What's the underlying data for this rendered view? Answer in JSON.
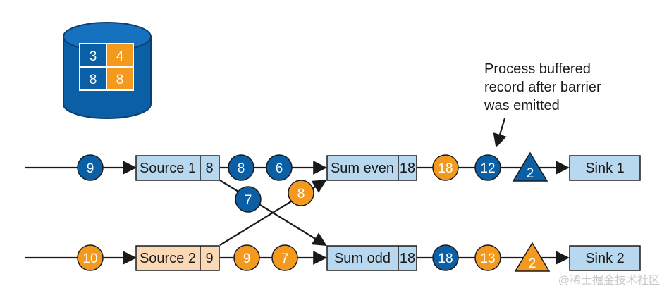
{
  "colors": {
    "blue": "#0b5fa5",
    "orange": "#f39a1e",
    "box_blue": "#b8d8ef",
    "box_peach": "#fbd9b6",
    "line": "#1a1a1a"
  },
  "state_store": {
    "icon": "database-icon",
    "cells": [
      {
        "value": "3",
        "color": "blue"
      },
      {
        "value": "4",
        "color": "orange"
      },
      {
        "value": "8",
        "color": "blue"
      },
      {
        "value": "8",
        "color": "orange"
      }
    ]
  },
  "operators": {
    "source1": {
      "label": "Source 1",
      "state": "8"
    },
    "source2": {
      "label": "Source 2",
      "state": "9"
    },
    "sum_even": {
      "label": "Sum even",
      "state": "18"
    },
    "sum_odd": {
      "label": "Sum odd",
      "state": "18"
    },
    "sink1": {
      "label": "Sink 1"
    },
    "sink2": {
      "label": "Sink 2"
    }
  },
  "records": {
    "in1": "9",
    "s1_a": "8",
    "s1_b": "6",
    "cross_blue": "7",
    "in2": "10",
    "s2_a": "9",
    "s2_b": "7",
    "cross_orange": "8",
    "even_out_a": "18",
    "even_out_b": "12",
    "odd_out_a": "18",
    "odd_out_b": "13"
  },
  "barriers": {
    "top": "2",
    "bottom": "2"
  },
  "annotation": {
    "lines": [
      "Process buffered",
      "record after barrier",
      "was emitted"
    ]
  },
  "watermark": "@稀土掘金技术社区"
}
